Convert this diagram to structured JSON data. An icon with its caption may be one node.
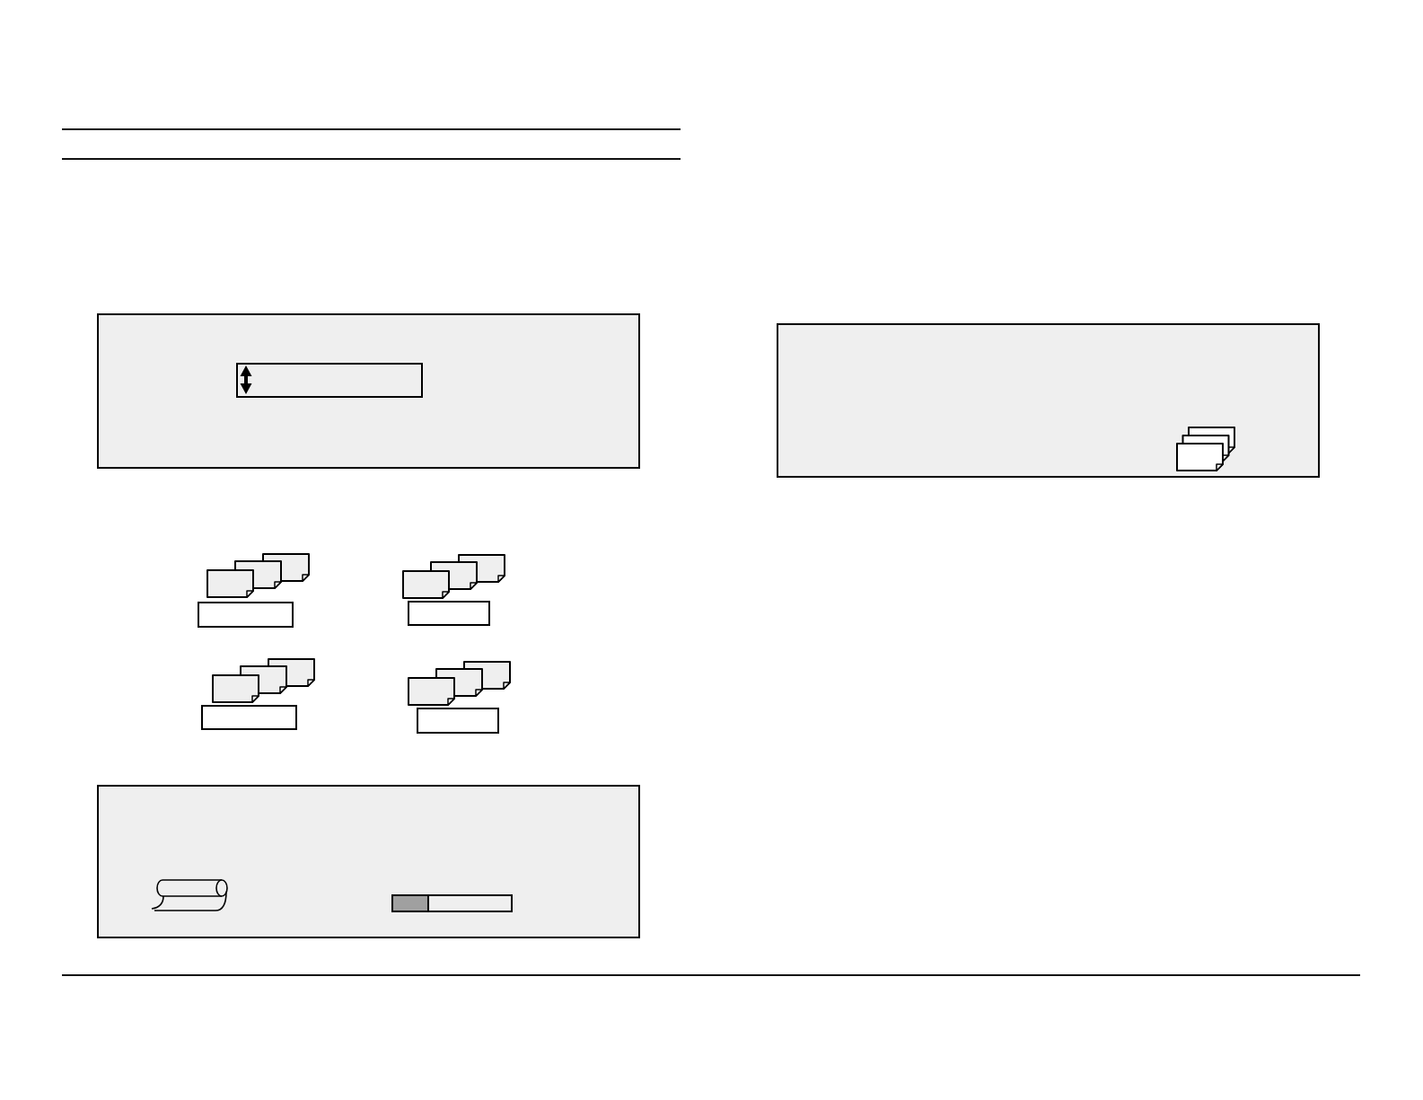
{
  "diagram": {
    "nodes": [
      {
        "text": [],
        "shape": "box"
      },
      {
        "text": [],
        "shape": "box",
        "in": 0
      },
      {
        "text": [],
        "shape": "box"
      },
      {
        "text": [],
        "shape": "box"
      },
      {
        "text": [],
        "shape": "box"
      },
      {
        "text": [],
        "shape": "box"
      },
      {
        "text": [],
        "shape": "box"
      },
      {
        "text": [],
        "shape": "box"
      }
    ]
  }
}
